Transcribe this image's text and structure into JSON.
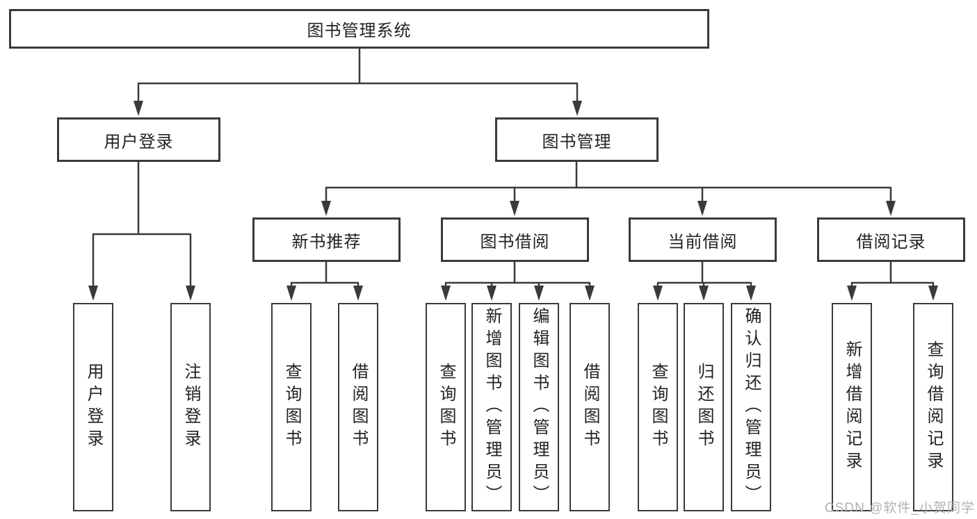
{
  "colors": {
    "line": "#3a3a3a",
    "text": "#222222",
    "watermark": "#b2b2b2",
    "background": "#ffffff"
  },
  "watermark": {
    "text": "CSDN @软件_小贺同学"
  },
  "tree": {
    "label": "图书管理系统",
    "children": [
      {
        "label": "用户登录",
        "children": [
          {
            "label": "用户登录"
          },
          {
            "label": "注销登录"
          }
        ]
      },
      {
        "label": "图书管理",
        "children": [
          {
            "label": "新书推荐",
            "children": [
              {
                "label": "查询图书"
              },
              {
                "label": "借阅图书"
              }
            ]
          },
          {
            "label": "图书借阅",
            "children": [
              {
                "label": "查询图书"
              },
              {
                "label": "新增图书（管理员）"
              },
              {
                "label": "编辑图书（管理员）"
              },
              {
                "label": "借阅图书"
              }
            ]
          },
          {
            "label": "当前借阅",
            "children": [
              {
                "label": "查询图书"
              },
              {
                "label": "归还图书"
              },
              {
                "label": "确认归还（管理员）"
              }
            ]
          },
          {
            "label": "借阅记录",
            "children": [
              {
                "label": "新增借阅记录"
              },
              {
                "label": "查询借阅记录"
              }
            ]
          }
        ]
      }
    ]
  }
}
